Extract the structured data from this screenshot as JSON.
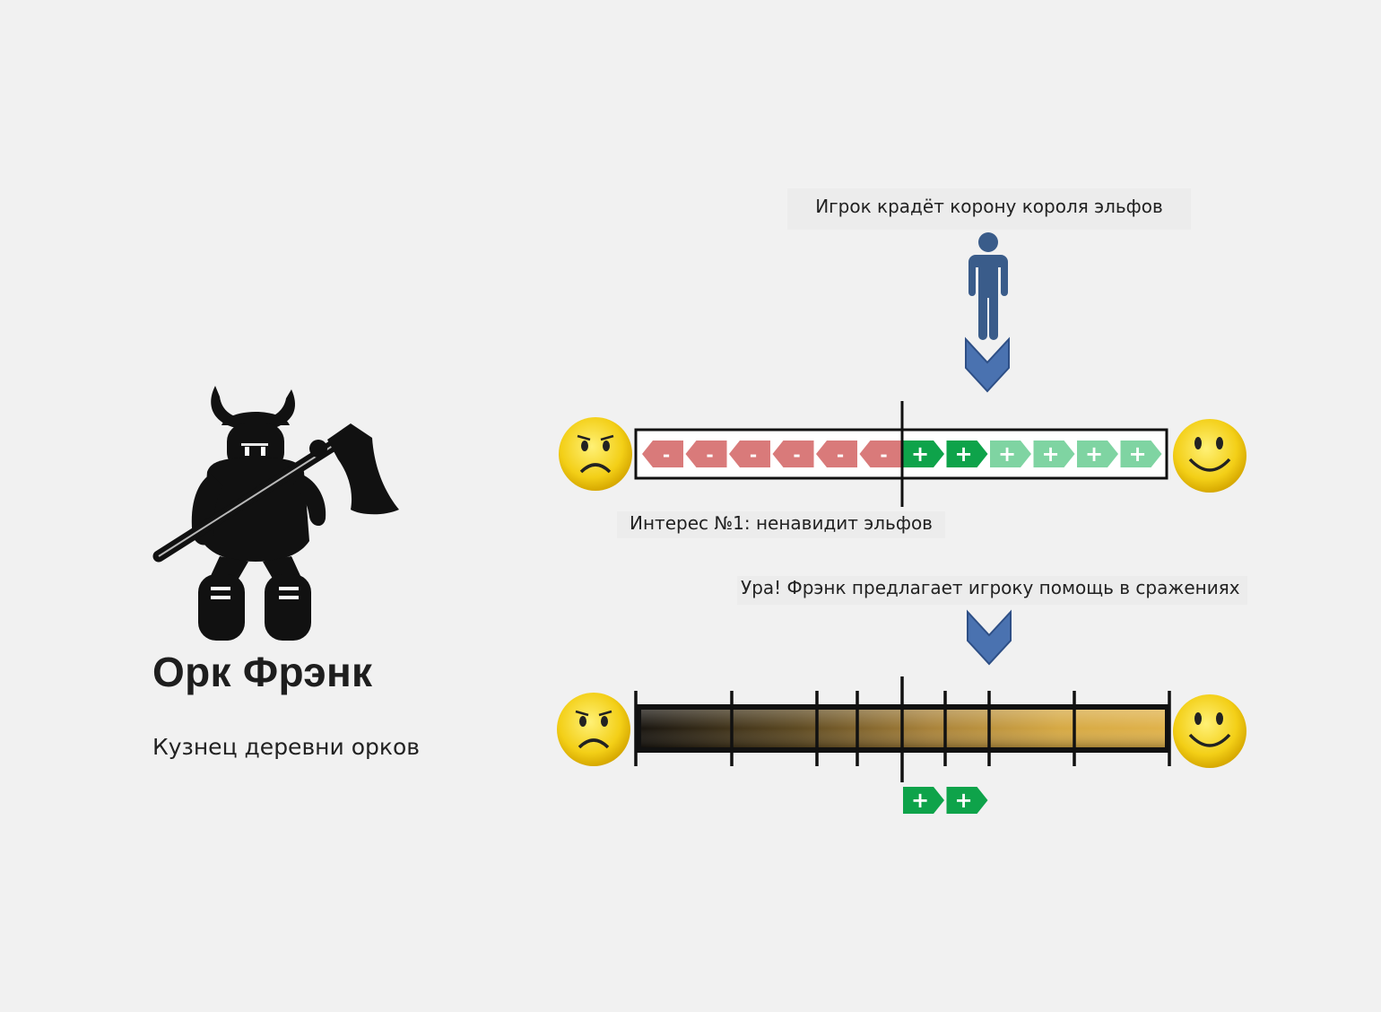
{
  "character": {
    "name": "Орк Фрэнк",
    "role": "Кузнец деревни орков",
    "icon": "orc-warrior-with-axe-icon"
  },
  "event": {
    "caption": "Игрок крадёт корону короля эльфов",
    "icon": "player-person-icon",
    "arrow_icon": "chevron-down-icon"
  },
  "interest": {
    "caption": "Интерес №1: ненавидит эльфов",
    "negative_symbol": "-",
    "positive_symbol": "+",
    "negative_count": 6,
    "positive_count": 6,
    "active_positive_count": 2
  },
  "result": {
    "caption": "Ура! Фрэнк предлагает игроку помощь в сражениях",
    "arrow_icon": "chevron-down-icon",
    "gained_symbol": "+",
    "gained_count": 2
  },
  "meters": {
    "sad_icon": "sad-face-icon",
    "happy_icon": "happy-face-icon"
  },
  "colors": {
    "background": "#f1f1f1",
    "negative_tag": "#d97a7a",
    "positive_active_tag": "#0ea34a",
    "positive_inactive_tag": "#7fd4a2",
    "arrow": "#4a72b0",
    "person": "#3a5c8a",
    "face": "#f5d21a",
    "bar_gold": "#d9a93a"
  }
}
